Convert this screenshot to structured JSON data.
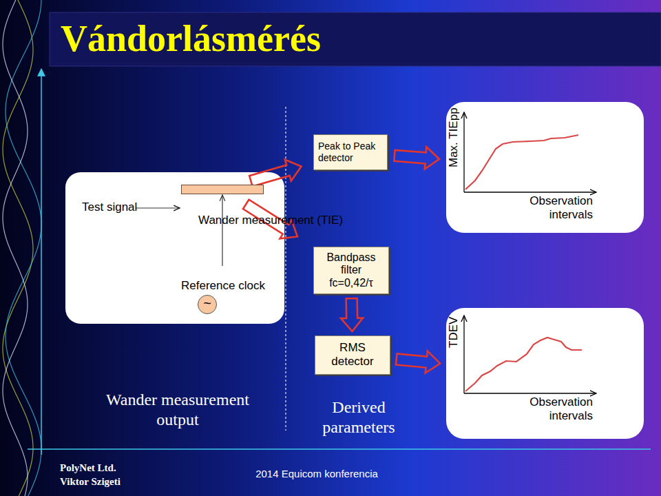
{
  "diagram": {
    "title": "Vándorlásmérés",
    "nodes": [
      {
        "text": [
          "Test signal"
        ]
      },
      {
        "text": [
          "Wander measurement (TIE)"
        ],
        "in": 0
      },
      {
        "text": [
          "~",
          "Reference clock"
        ],
        "in": 0
      },
      {
        "text": [
          "Peak to Peak detector"
        ]
      },
      {
        "text": [
          "Bandpass filter fc=0,42/τ"
        ]
      },
      {
        "text": [
          "RMS detector"
        ]
      },
      {
        "text": [
          "Max. TIEpp",
          "Observation intervals"
        ]
      },
      {
        "text": [
          "TDEV",
          "Observation intervals"
        ]
      }
    ],
    "edges": [
      {
        "from": 2,
        "to": 1,
        "arrow": "to"
      },
      {
        "from": 1,
        "to": 3,
        "arrow": "to"
      },
      {
        "from": 1,
        "to": 4,
        "arrow": "to"
      },
      {
        "from": 4,
        "to": 5,
        "arrow": "to"
      },
      {
        "from": 3,
        "to": 6,
        "arrow": "to"
      },
      {
        "from": 5,
        "to": 7,
        "arrow": "to"
      }
    ],
    "labels": [
      "Wander measurement output",
      "Derived parameters",
      "PolyNet Ltd.",
      "Viktor Szigeti",
      "2014 Equicom konferencia"
    ]
  }
}
